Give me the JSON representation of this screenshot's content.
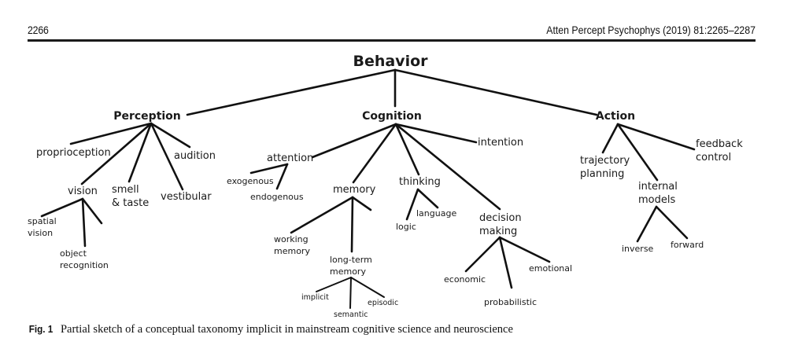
{
  "header": {
    "page_number": "2266",
    "journal_ref": "Atten Percept Psychophys (2019) 81:2265–2287"
  },
  "figure": {
    "root": "Behavior",
    "categories": {
      "perception": {
        "label": "Perception",
        "children": {
          "proprioception": "proprioception",
          "vision": "vision",
          "smell_taste": [
            "smell",
            "& taste"
          ],
          "vestibular": "vestibular",
          "audition": "audition"
        },
        "vision_children": {
          "spatial_vision": [
            "spatial",
            "vision"
          ],
          "object_recognition": [
            "object",
            "recognition"
          ]
        }
      },
      "cognition": {
        "label": "Cognition",
        "children": {
          "attention": "attention",
          "memory": "memory",
          "thinking": "thinking",
          "decision_making": [
            "decision",
            "making"
          ],
          "intention": "intention"
        },
        "attention_children": {
          "exogenous": "exogenous",
          "endogenous": "endogenous"
        },
        "memory_children": {
          "working_memory": [
            "working",
            "memory"
          ],
          "long_term_memory": [
            "long-term",
            "memory"
          ]
        },
        "long_term_memory_children": {
          "implicit": "implicit",
          "semantic": "semantic",
          "episodic": "episodic"
        },
        "thinking_children": {
          "logic": "logic",
          "language": "language"
        },
        "decision_making_children": {
          "economic": "economic",
          "probabilistic": "probabilistic",
          "emotional": "emotional"
        }
      },
      "action": {
        "label": "Action",
        "children": {
          "trajectory_planning": [
            "trajectory",
            "planning"
          ],
          "internal_models": [
            "internal",
            "models"
          ],
          "feedback_control": [
            "feedback",
            "control"
          ]
        },
        "internal_models_children": {
          "inverse": "inverse",
          "forward": "forward"
        }
      }
    }
  },
  "caption": {
    "label": "Fig. 1",
    "text": "Partial sketch of a conceptual taxonomy implicit in mainstream cognitive science and neuroscience"
  }
}
